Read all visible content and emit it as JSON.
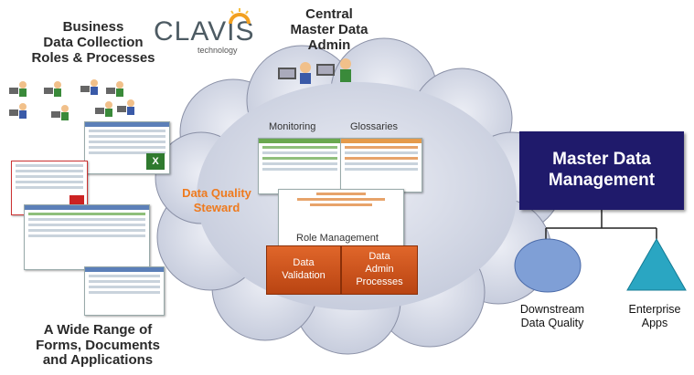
{
  "logo": {
    "name": "CLAVIS",
    "sub": "technology"
  },
  "labels": {
    "business": "Business\nData Collection\nRoles & Processes",
    "central": "Central\nMaster Data\nAdmin",
    "forms": "A Wide Range of\nForms, Documents\nand Applications",
    "monitoring": "Monitoring",
    "glossaries": "Glossaries",
    "steward": "Data Quality\nSteward",
    "role_management": "Role Management",
    "data_validation": "Data\nValidation",
    "data_admin": "Data\nAdmin\nProcesses",
    "mdm": "Master Data\nManagement",
    "downstream": "Downstream\nData Quality",
    "enterprise": "Enterprise\nApps"
  },
  "colors": {
    "mdm_box": "#1f1a6b",
    "cloud": "#cfd4e3",
    "orange": "#d65a20",
    "steward_text": "#ee7a1e",
    "ellipse": "#7f9fd6",
    "triangle": "#2aa6c2"
  }
}
